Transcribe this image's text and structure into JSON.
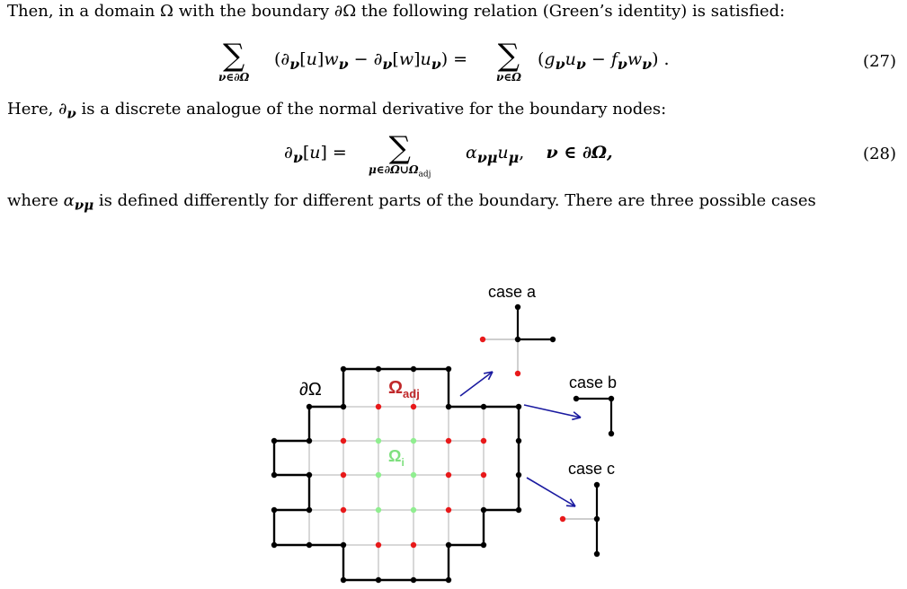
{
  "text": {
    "para1": "Then, in a domain Ω with the boundary ∂Ω the following relation (Green’s identity) is satisfied:",
    "para2_a": "Here, ",
    "para2_b": " is a discrete analogue of the normal derivative for the boundary nodes:",
    "para3_a": "where ",
    "para3_b": " is defined differently for different parts of the boundary. There are three possible cases"
  },
  "equations": {
    "eq27_number": "(27)",
    "eq27_left_sub": "ν∈∂Ω",
    "eq27_right_sub": "ν∈Ω",
    "eq28_number": "(28)",
    "eq28_sub": "μ∈∂Ω∪Ω",
    "eq28_sub_adj": "adj",
    "eq28_tail": "ν ∈ ∂Ω,"
  },
  "figure": {
    "case_a": "case a",
    "case_b": "case b",
    "case_c": "case c",
    "boundary_label": "∂Ω",
    "adj_label": "Ω",
    "adj_sub": "adj",
    "interior_label": "Ω",
    "interior_sub": "i",
    "colors": {
      "boundary": "#000000",
      "adjacent": "#e8191a",
      "interior": "#90ee90",
      "arrow": "#1a1aa0",
      "grid": "#b0b0b0"
    }
  }
}
